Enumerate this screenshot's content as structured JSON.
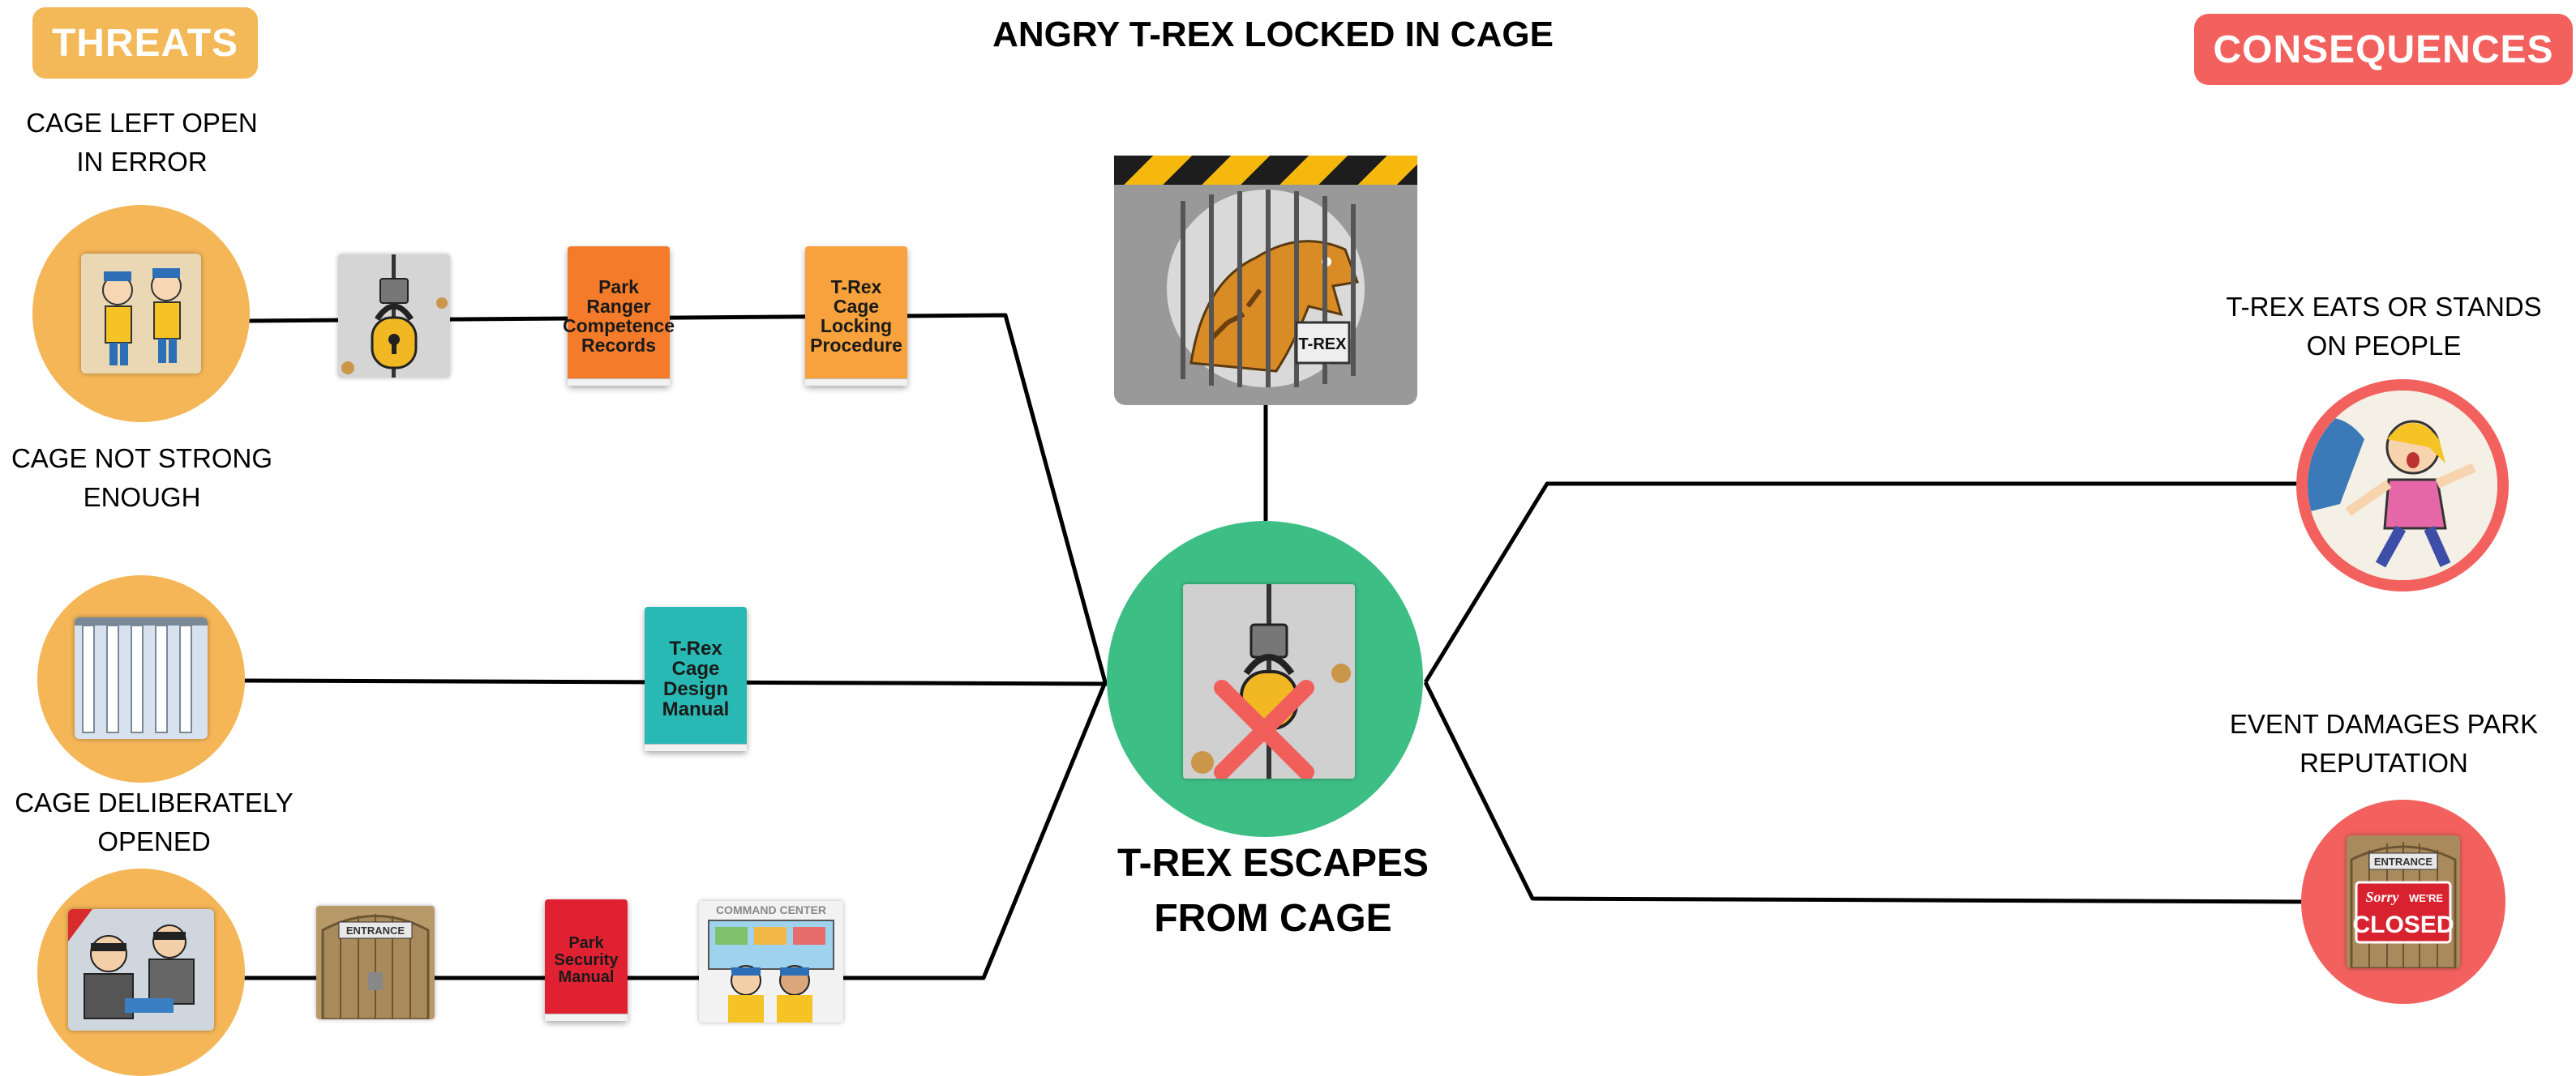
{
  "header": {
    "threats_label": "THREATS",
    "consequences_label": "CONSEQUENCES",
    "hazard_title": "ANGRY T-REX LOCKED IN CAGE"
  },
  "top_event": {
    "label_line1": "T-REX ESCAPES",
    "label_line2": "FROM CAGE"
  },
  "threats": [
    {
      "label_line1": "CAGE LEFT OPEN",
      "label_line2": "IN ERROR"
    },
    {
      "label_line1": "CAGE NOT STRONG",
      "label_line2": "ENOUGH"
    },
    {
      "label_line1": "CAGE DELIBERATELY",
      "label_line2": "OPENED"
    }
  ],
  "consequences": [
    {
      "label_line1": "T-REX EATS OR STANDS",
      "label_line2": "ON PEOPLE"
    },
    {
      "label_line1": "EVENT DAMAGES PARK",
      "label_line2": "REPUTATION"
    }
  ],
  "barriers": {
    "ranger_records": [
      "Park",
      "Ranger",
      "Competence",
      "Records"
    ],
    "locking_procedure": [
      "T-Rex",
      "Cage",
      "Locking",
      "Procedure"
    ],
    "design_manual": [
      "T-Rex",
      "Cage",
      "Design",
      "Manual"
    ],
    "security_manual": [
      "Park",
      "Security",
      "Manual"
    ],
    "entrance_sign": "ENTRANCE",
    "command_center": "COMMAND CENTER"
  },
  "images": {
    "cage_sign": "T-REX",
    "closed_sign_line1": "Sorry",
    "closed_sign_line2": "WE'RE",
    "closed_sign_line3": "CLOSED",
    "entrance_sign": "ENTRANCE"
  },
  "colors": {
    "threat": "#F4B657",
    "consequence": "#F2615E",
    "top_event": "#3DBE85",
    "book_orange": "#F47B2A",
    "book_orange2": "#F7A23C",
    "book_teal": "#29B9B4",
    "book_red": "#E02132"
  }
}
